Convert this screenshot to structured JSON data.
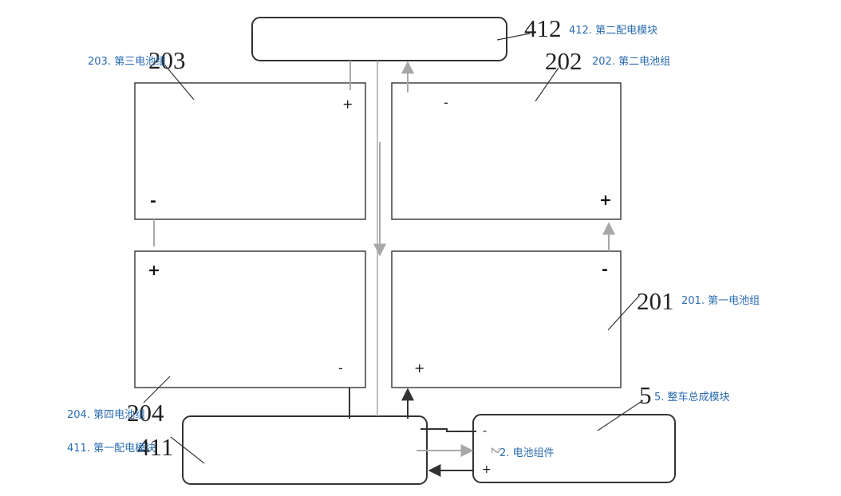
{
  "components": {
    "battery_1": {
      "ref": "201",
      "caption": "201. 第一电池组",
      "sign_top": "-",
      "sign_bottom": "+"
    },
    "battery_2": {
      "ref": "202",
      "caption": "202. 第二电池组",
      "sign_top": "-",
      "sign_bottom": "+"
    },
    "battery_3": {
      "ref": "203",
      "caption": "203. 第三电池组",
      "sign_top": "+",
      "sign_bottom": "-"
    },
    "battery_4": {
      "ref": "204",
      "caption": "204. 第四电池组",
      "sign_top": "+",
      "sign_bottom": "-"
    },
    "distribution_1": {
      "ref": "411",
      "caption": "411. 第一配电模块"
    },
    "distribution_2": {
      "ref": "412",
      "caption": "412. 第二配电模块"
    },
    "vehicle_module": {
      "ref": "5",
      "caption": "5. 整车总成模块"
    },
    "battery_assembly": {
      "ref": "2",
      "caption": "2. 电池组件",
      "sign_minus": "-",
      "sign_plus": "+"
    }
  },
  "colors": {
    "outline": "#333333",
    "wire_gray": "#a8a8a8",
    "wire_dark": "#333333",
    "caption": "#2b6cb0"
  }
}
